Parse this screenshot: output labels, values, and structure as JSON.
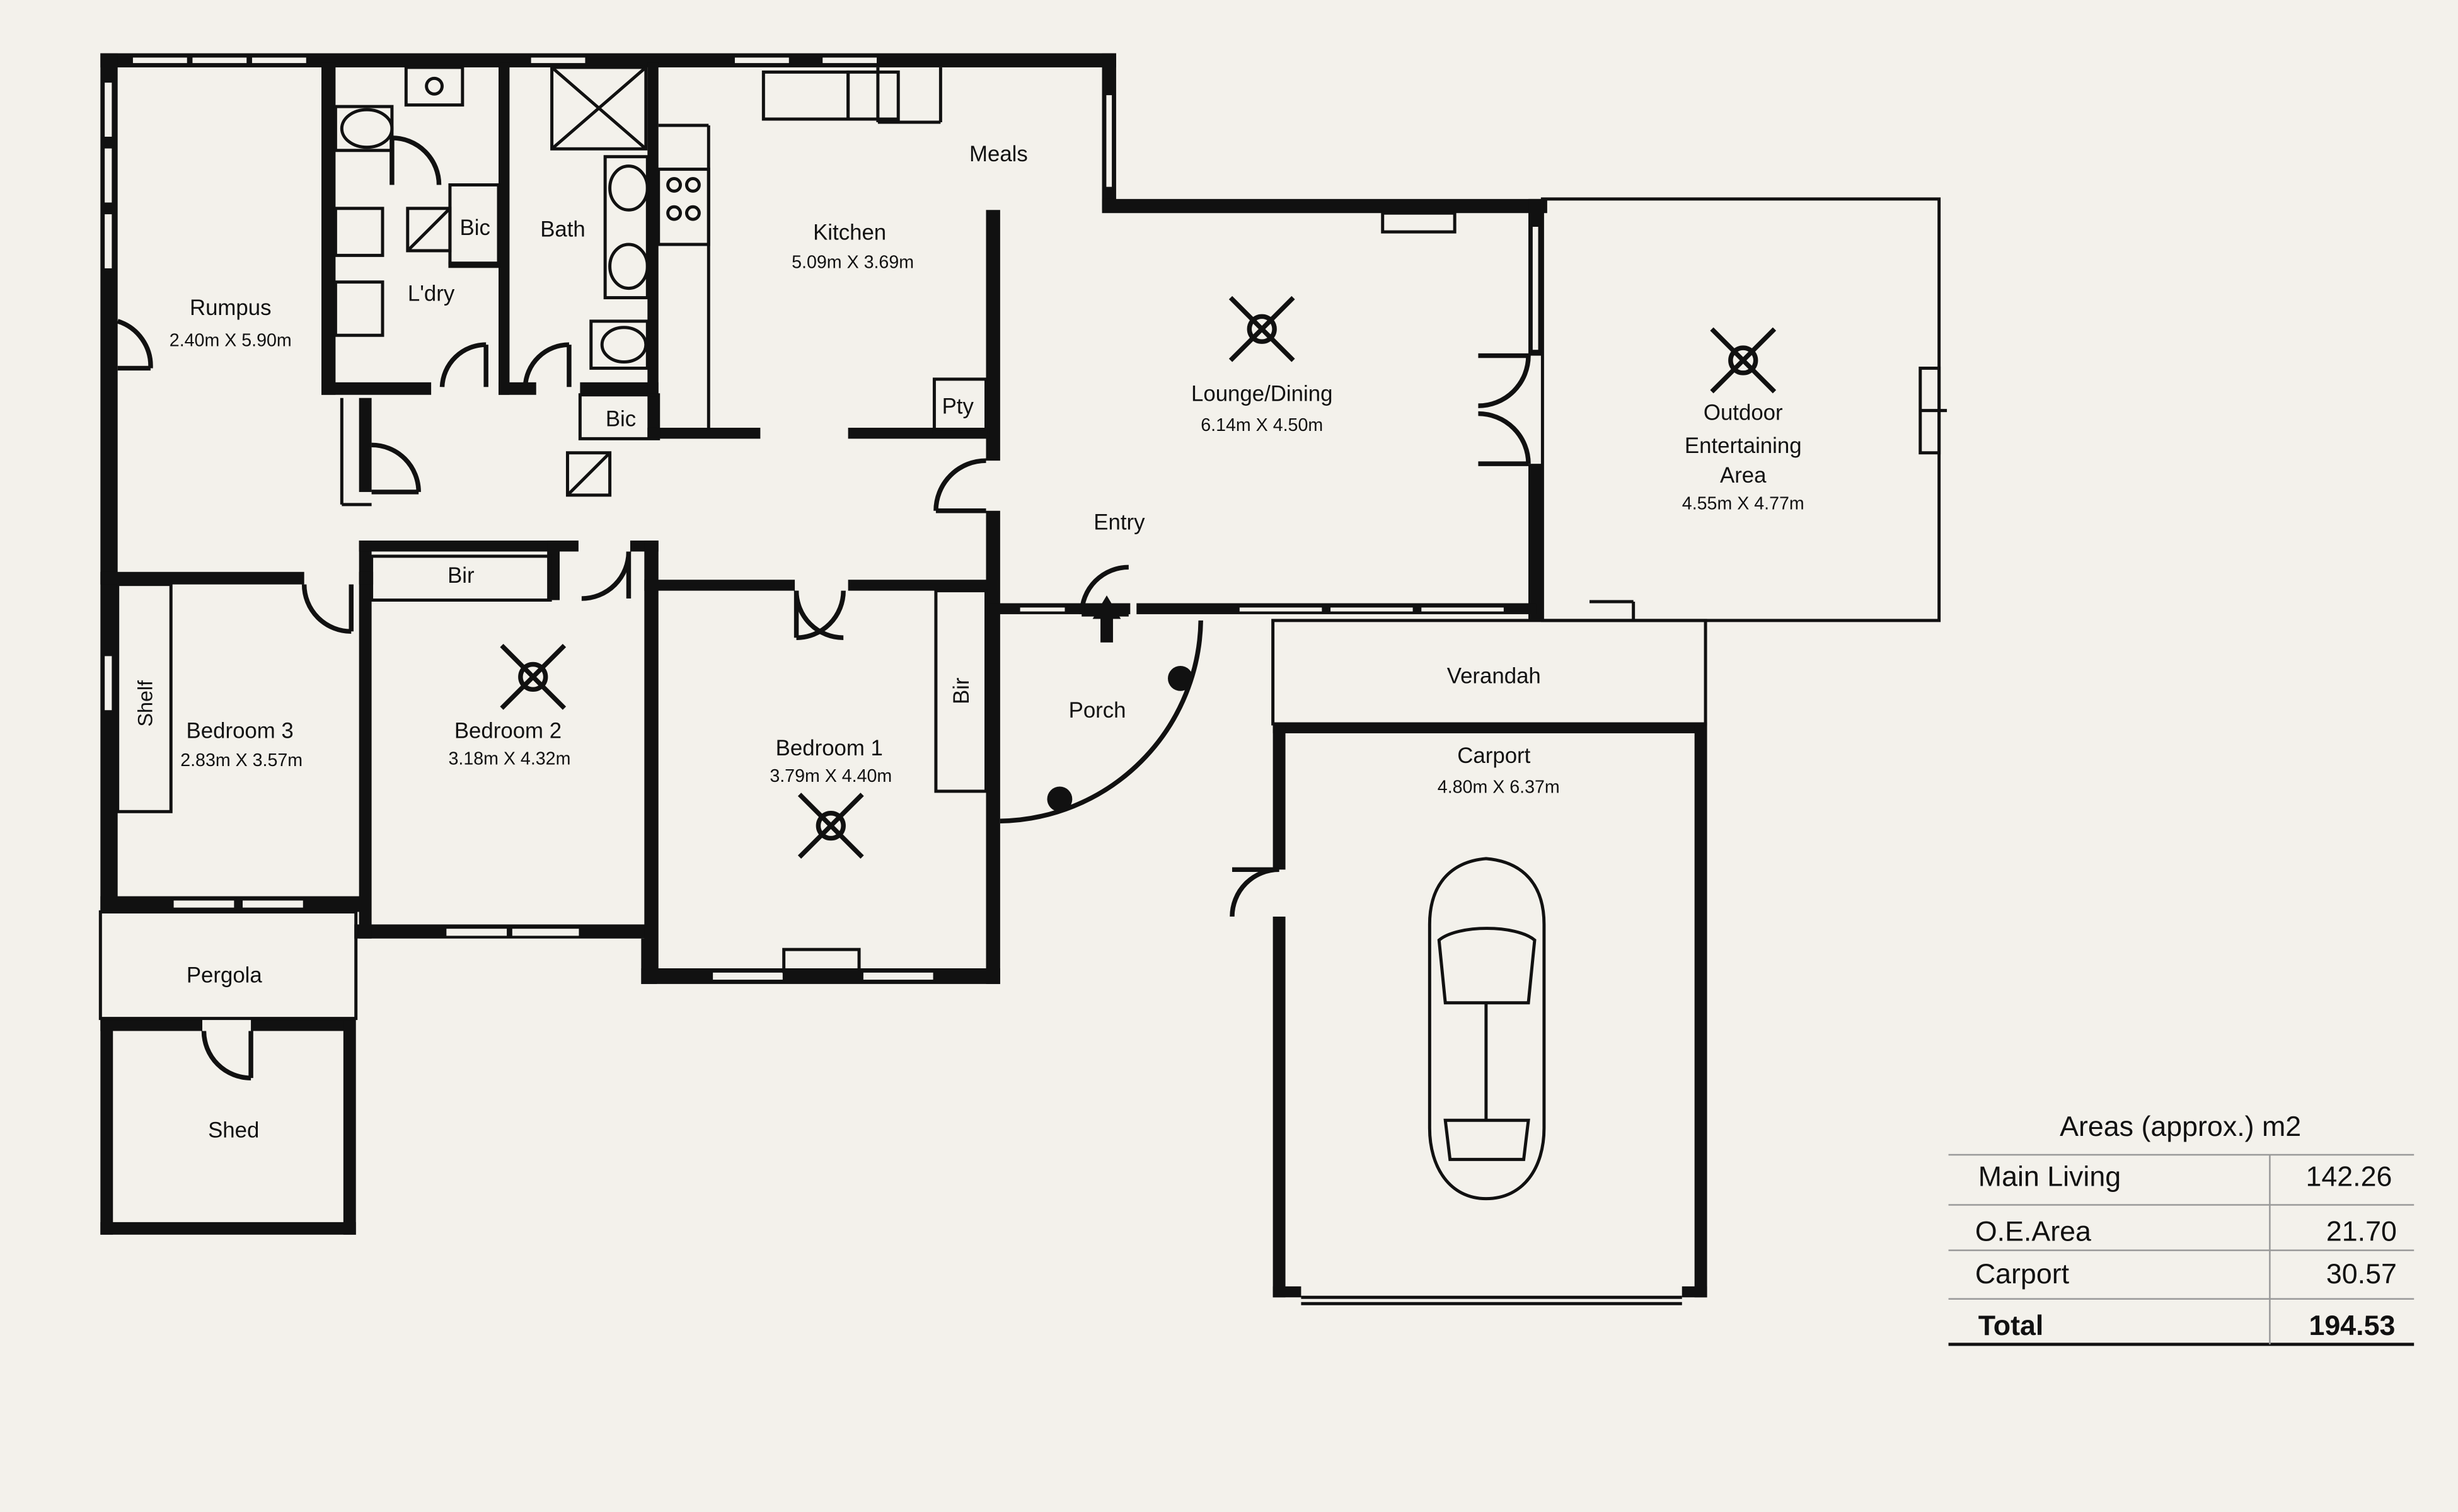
{
  "rooms": {
    "rumpus": {
      "name": "Rumpus",
      "dims": "2.40m X 5.90m"
    },
    "ldry": {
      "name": "L'dry"
    },
    "bath": {
      "name": "Bath"
    },
    "bic_ldry": {
      "name": "Bic"
    },
    "bic_hall": {
      "name": "Bic"
    },
    "kitchen": {
      "name": "Kitchen",
      "dims": "5.09m X 3.69m"
    },
    "meals": {
      "name": "Meals"
    },
    "pty": {
      "name": "Pty"
    },
    "lounge": {
      "name": "Lounge/Dining",
      "dims": "6.14m X 4.50m"
    },
    "outdoor_l1": "Outdoor",
    "outdoor_l2": "Entertaining",
    "outdoor_l3": "Area",
    "outdoor_dims": "4.55m X 4.77m",
    "entry": {
      "name": "Entry"
    },
    "bir_bed2": {
      "name": "Bir"
    },
    "bir_bed1": {
      "name": "Bir"
    },
    "shelf": {
      "name": "Shelf"
    },
    "bedroom3": {
      "name": "Bedroom 3",
      "dims": "2.83m X 3.57m"
    },
    "bedroom2": {
      "name": "Bedroom 2",
      "dims": "3.18m X 4.32m"
    },
    "bedroom1": {
      "name": "Bedroom 1",
      "dims": "3.79m X 4.40m"
    },
    "porch": {
      "name": "Porch"
    },
    "verandah": {
      "name": "Verandah"
    },
    "carport": {
      "name": "Carport",
      "dims": "4.80m X 6.37m"
    },
    "pergola": {
      "name": "Pergola"
    },
    "shed": {
      "name": "Shed"
    }
  },
  "areas": {
    "title": "Areas (approx.) m2",
    "rows": [
      {
        "label": "Main Living",
        "value": "142.26"
      },
      {
        "label": "O.E.Area",
        "value": "21.70"
      },
      {
        "label": "Carport",
        "value": "30.57"
      }
    ],
    "total": {
      "label": "Total",
      "value": "194.53"
    }
  }
}
